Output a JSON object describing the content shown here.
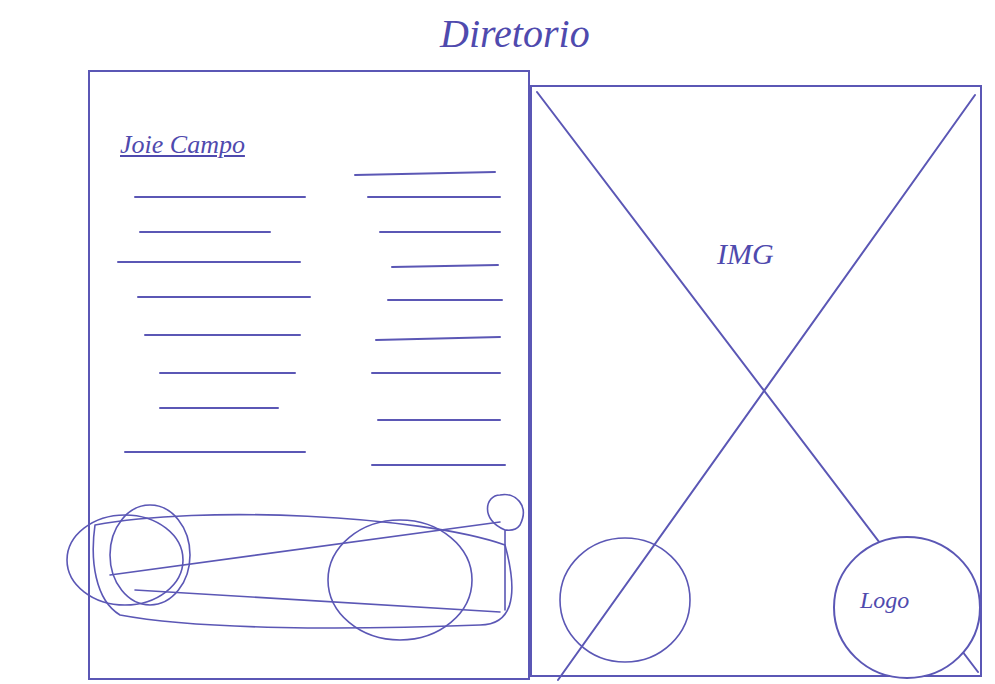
{
  "diagram": {
    "title": "Diretorio",
    "nodes": [
      {
        "text": [
          "Joie Campo"
        ]
      },
      {
        "text": [
          "IMG"
        ]
      },
      {
        "text": [
          "Logo"
        ],
        "in": 1
      }
    ]
  }
}
